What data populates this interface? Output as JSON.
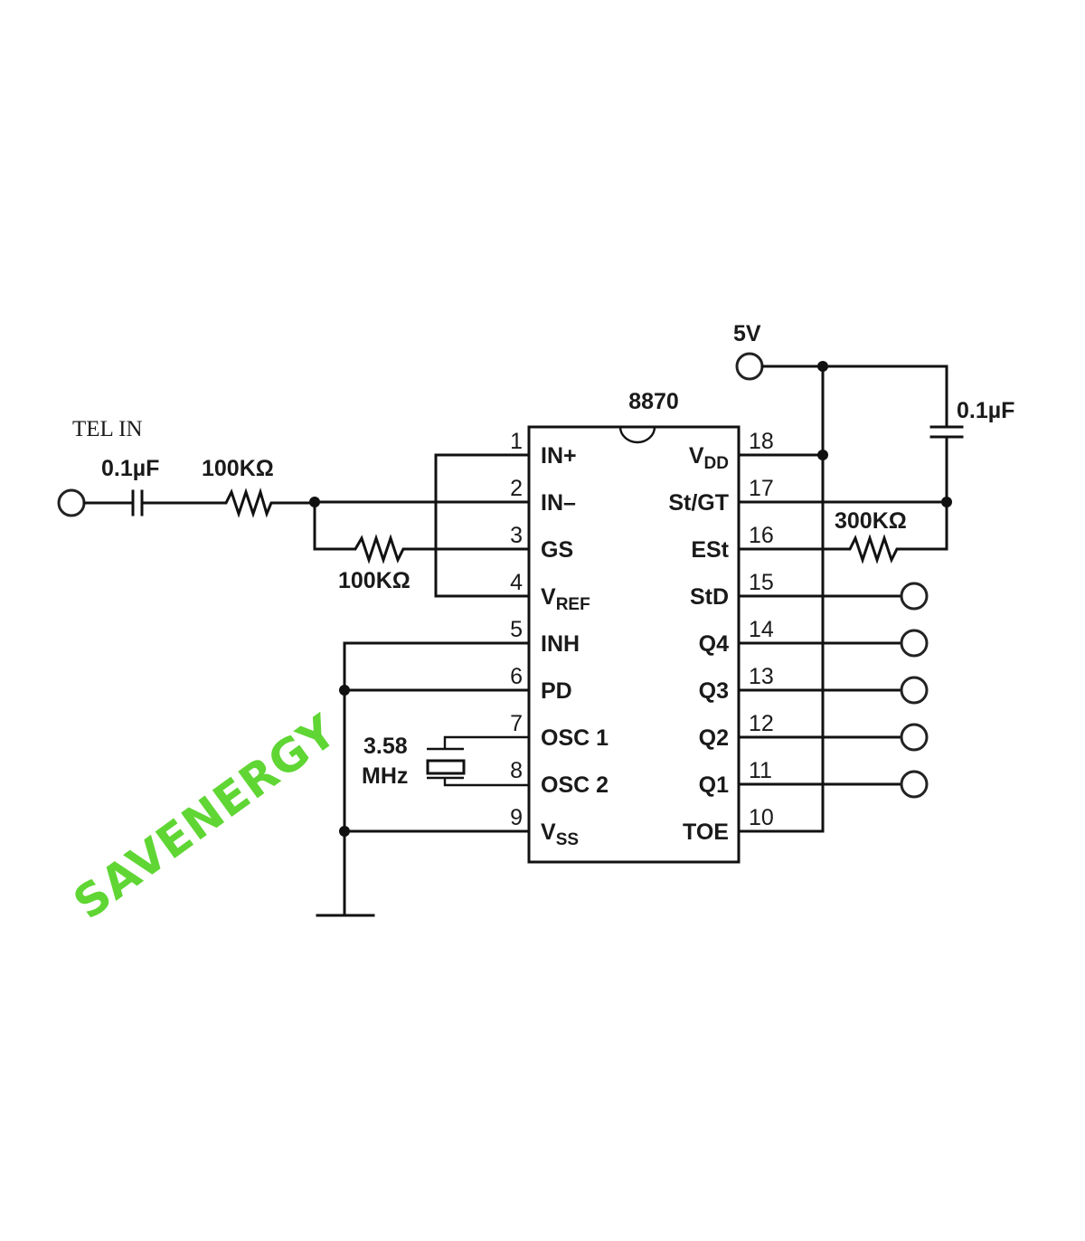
{
  "diagram": {
    "type": "circuit-schematic",
    "ic": {
      "part": "8870",
      "left_pins": [
        {
          "num": "1",
          "name": "IN+",
          "sub": ""
        },
        {
          "num": "2",
          "name": "IN–",
          "sub": ""
        },
        {
          "num": "3",
          "name": "GS",
          "sub": ""
        },
        {
          "num": "4",
          "name": "V",
          "sub": "REF"
        },
        {
          "num": "5",
          "name": "INH",
          "sub": ""
        },
        {
          "num": "6",
          "name": "PD",
          "sub": ""
        },
        {
          "num": "7",
          "name": "OSC 1",
          "sub": ""
        },
        {
          "num": "8",
          "name": "OSC 2",
          "sub": ""
        },
        {
          "num": "9",
          "name": "V",
          "sub": "SS"
        }
      ],
      "right_pins": [
        {
          "num": "18",
          "name": "V",
          "sub": "DD"
        },
        {
          "num": "17",
          "name": "St/GT",
          "sub": ""
        },
        {
          "num": "16",
          "name": "ESt",
          "sub": ""
        },
        {
          "num": "15",
          "name": "StD",
          "sub": ""
        },
        {
          "num": "14",
          "name": "Q4",
          "sub": ""
        },
        {
          "num": "13",
          "name": "Q3",
          "sub": ""
        },
        {
          "num": "12",
          "name": "Q2",
          "sub": ""
        },
        {
          "num": "11",
          "name": "Q1",
          "sub": ""
        },
        {
          "num": "10",
          "name": "TOE",
          "sub": ""
        }
      ]
    },
    "labels": {
      "tel_in": "TEL IN",
      "input_cap": "0.1µF",
      "input_res": "100KΩ",
      "feedback_res": "100KΩ",
      "supply": "5V",
      "supply_cap": "0.1µF",
      "st_res": "300KΩ",
      "crystal_freq": "3.58",
      "crystal_unit": "MHz"
    },
    "watermark": {
      "text": "SAVENERGY",
      "color": "#5fd633"
    },
    "connections": [
      "TEL IN -> 0.1µF -> 100KΩ -> node A",
      "node A -> pin 2 (IN–)",
      "node A -> 100KΩ -> pin 3 (GS)",
      "pin 1 (IN+) <-> pin 4 (VREF)",
      "5V -> pin 18 (VDD) -> pin 10 (TOE)",
      "5V -> 0.1µF -> pin 17 (St/GT)",
      "pin 17 (St/GT) -> 300KΩ -> pin 16 (ESt)",
      "pins 15,14,13,12,11 -> output terminals",
      "pin 5, 6, 9 -> ground",
      "pins 7, 8 -> 3.58 MHz crystal"
    ]
  }
}
